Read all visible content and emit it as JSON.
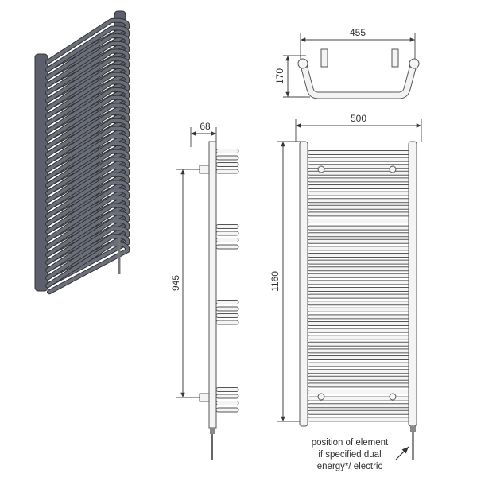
{
  "dimensions": {
    "top_width": "455",
    "top_depth": "170",
    "side_depth": "68",
    "side_height": "945",
    "front_width": "500",
    "front_height": "1160"
  },
  "note": {
    "line1": "position of element",
    "line2": "if specified dual",
    "line3": "energy*/ electric"
  },
  "colors": {
    "radiator_3d": "#6b6f7c",
    "line": "#555555"
  }
}
